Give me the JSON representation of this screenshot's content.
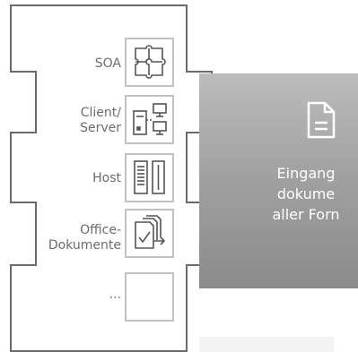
{
  "systems": [
    {
      "label": "SOA",
      "icon": "puzzle-icon"
    },
    {
      "label": "Client/\nServer",
      "icon": "client-server-icon"
    },
    {
      "label": "Host",
      "icon": "host-icon"
    },
    {
      "label": "Office-\nDokumente",
      "icon": "office-documents-icon"
    },
    {
      "label": "...",
      "icon": ""
    }
  ],
  "inbound": {
    "icon": "document-icon",
    "lines": [
      "Eingang",
      "dokume",
      "aller Forn"
    ]
  },
  "colors": {
    "outline": "#6a6a6a",
    "box_border": "#c2c2c2",
    "icon_stroke": "#555555",
    "band_top": "#bcbcbc",
    "band_bottom": "#8b8b8b",
    "label": "#6b6b6b"
  }
}
